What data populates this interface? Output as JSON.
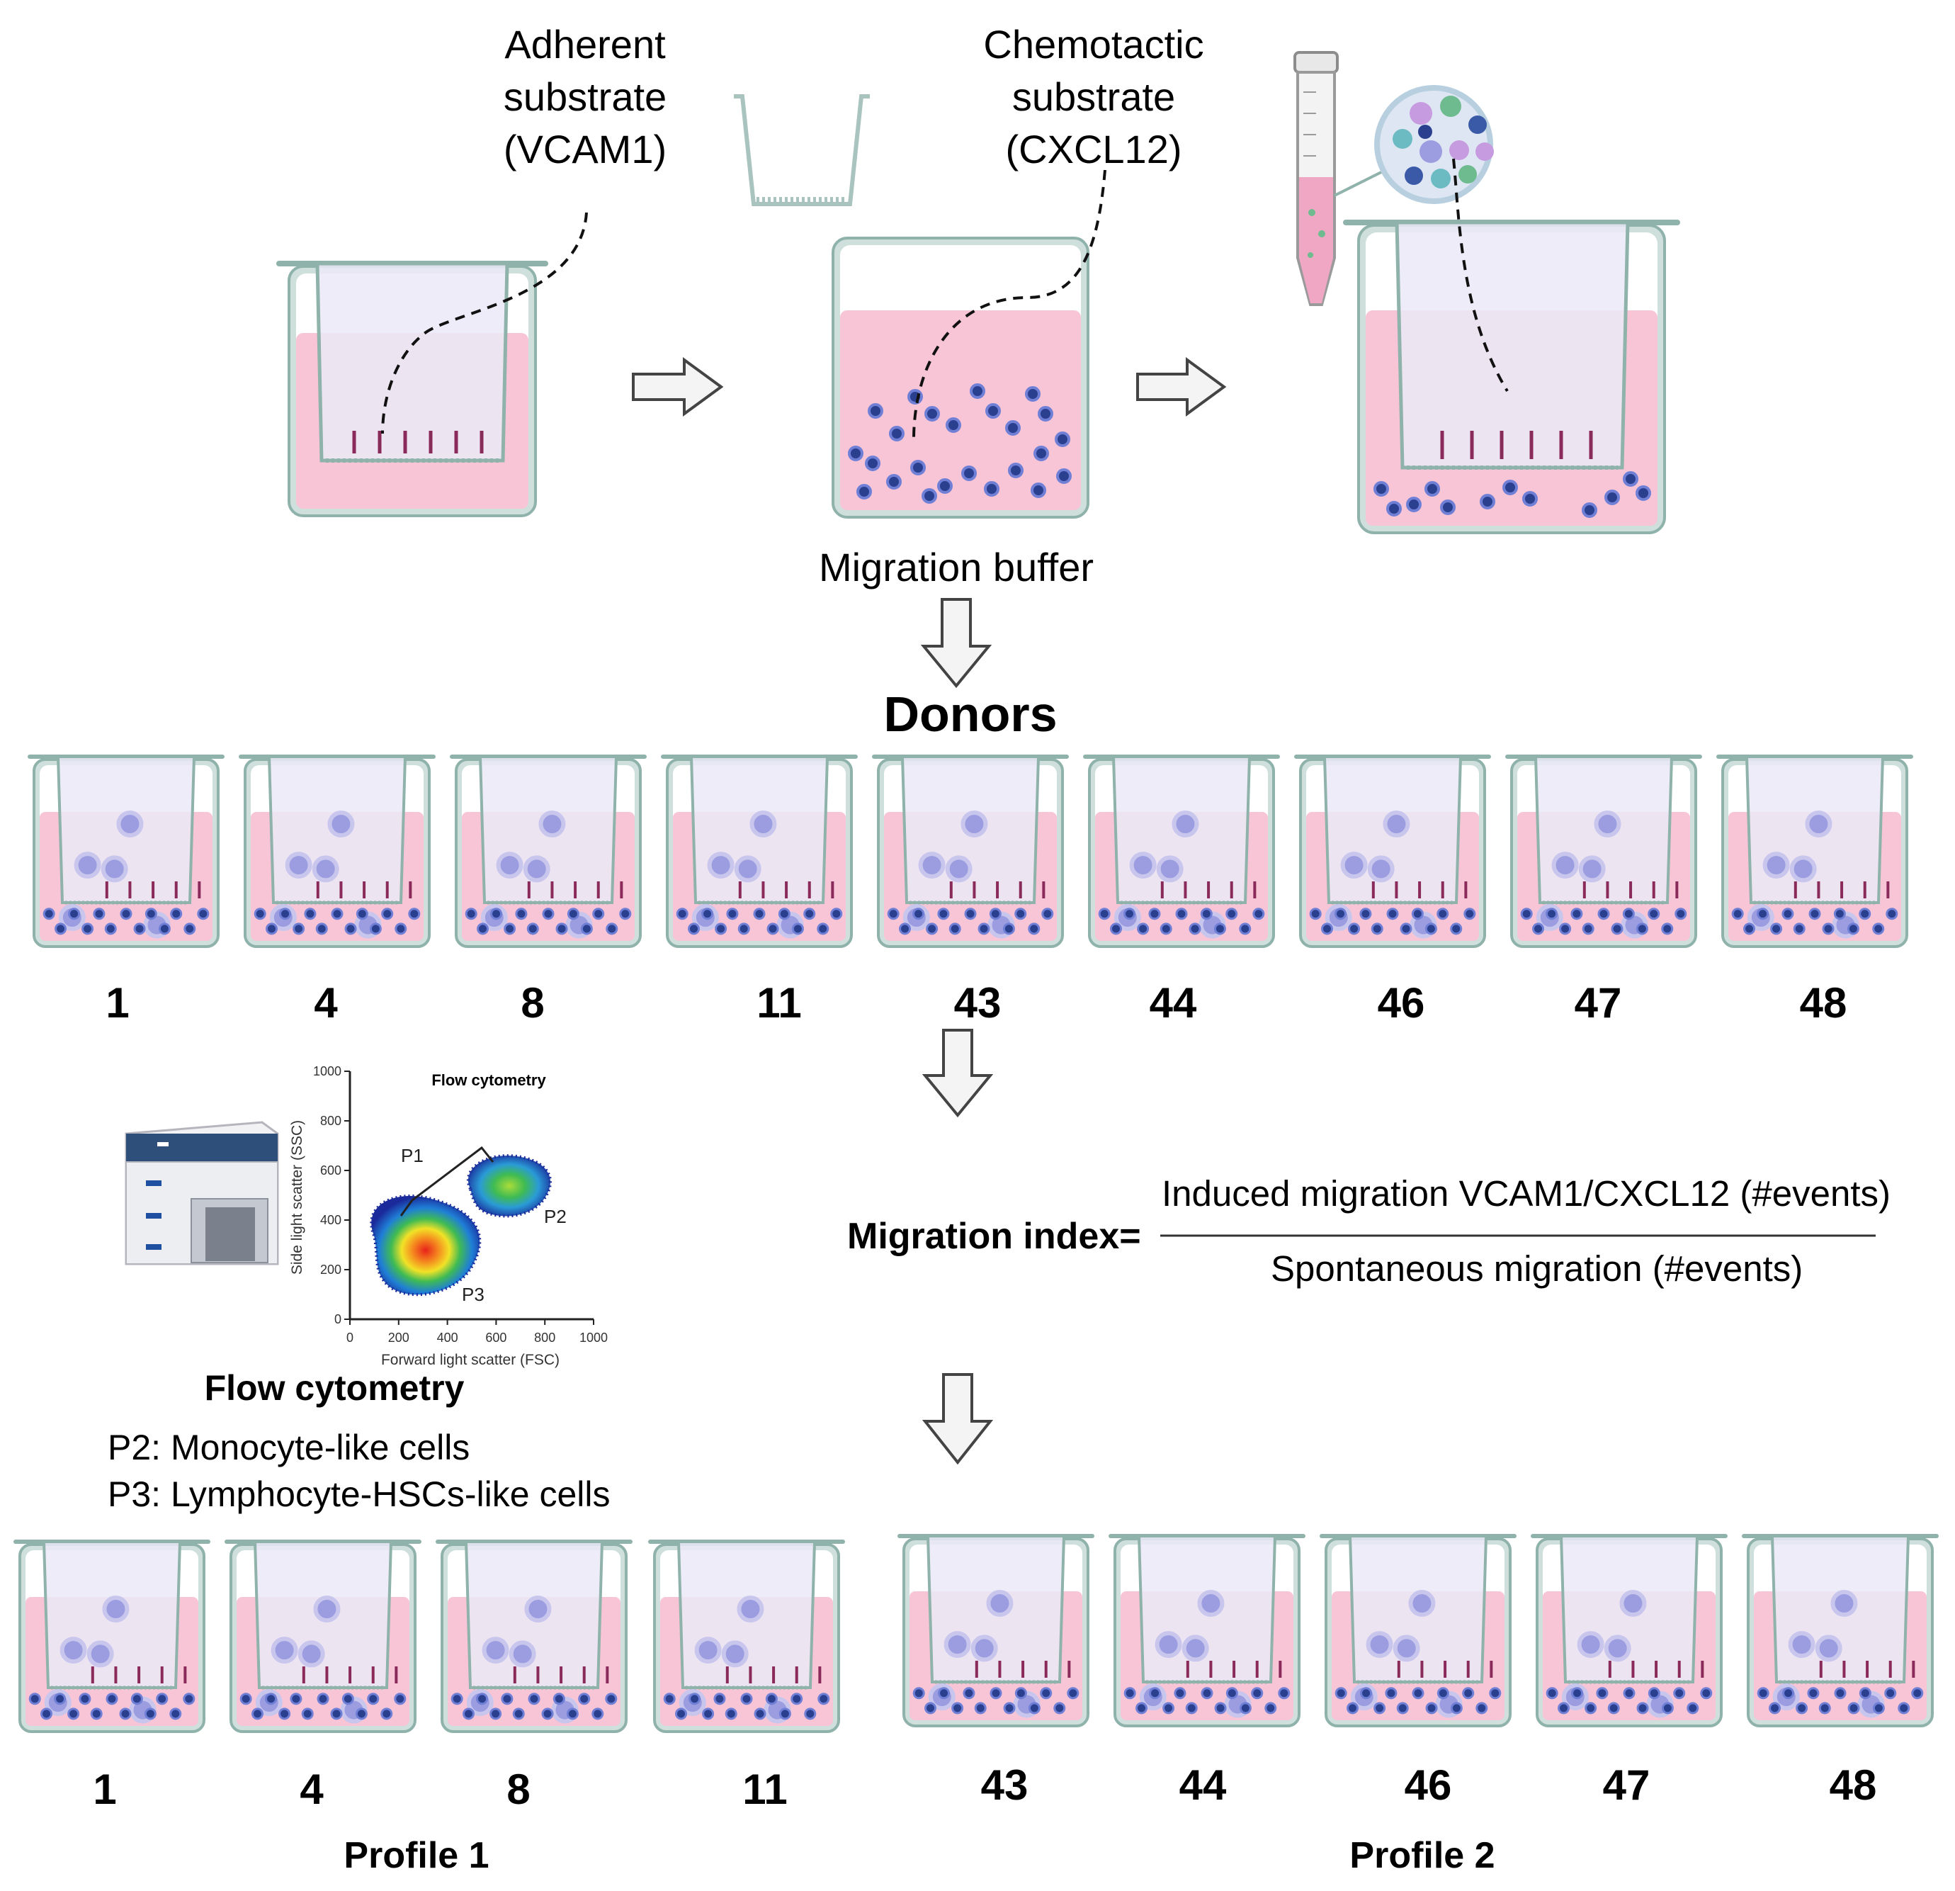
{
  "labels": {
    "adherent": [
      "Adherent",
      "substrate",
      "(VCAM1)"
    ],
    "chemotactic": [
      "Chemotactic",
      "substrate",
      "(CXCL12)"
    ],
    "migration_buffer": "Migration buffer",
    "donors": "Donors"
  },
  "donors": [
    "1",
    "4",
    "8",
    "11",
    "43",
    "44",
    "46",
    "47",
    "48"
  ],
  "flow": {
    "plot_title": "Flow cytometry",
    "xlabel": "Forward light scatter (FSC)",
    "ylabel": "Side light scatter (SSC)",
    "x_ticks": [
      "0",
      "200",
      "400",
      "600",
      "800",
      "1000"
    ],
    "y_ticks": [
      "0",
      "200",
      "400",
      "600",
      "800",
      "1000"
    ],
    "gates": [
      "P1",
      "P2",
      "P3"
    ],
    "caption": "Flow cytometry",
    "legend": [
      "P2: Monocyte-like cells",
      "P3: Lymphocyte-HSCs-like cells"
    ]
  },
  "formula": {
    "lhs": "Migration index=",
    "numerator": "Induced migration VCAM1/CXCL12  (#events)",
    "denominator": "Spontaneous  migration  (#events)"
  },
  "profiles": [
    {
      "name": "Profile 1",
      "donors": [
        "1",
        "4",
        "8",
        "11"
      ]
    },
    {
      "name": "Profile 2",
      "donors": [
        "43",
        "44",
        "46",
        "47",
        "48"
      ]
    }
  ],
  "colors": {
    "medium": "#f7c5d5",
    "insert_fill": "#ebe9f7",
    "wall": "#cfe0dc",
    "wall_stroke": "#8fb2aa",
    "cell_dark": "#2b3f8f",
    "cell_light": "#9b9de0",
    "membrane_tick": "#8a2a5a",
    "arrow": "#9a9a9a"
  },
  "icons": [
    "transwell-insert-icon",
    "conical-tube-icon",
    "magnifier-cells-icon",
    "flow-cytometer-icon",
    "down-arrow-icon",
    "right-arrow-icon"
  ]
}
